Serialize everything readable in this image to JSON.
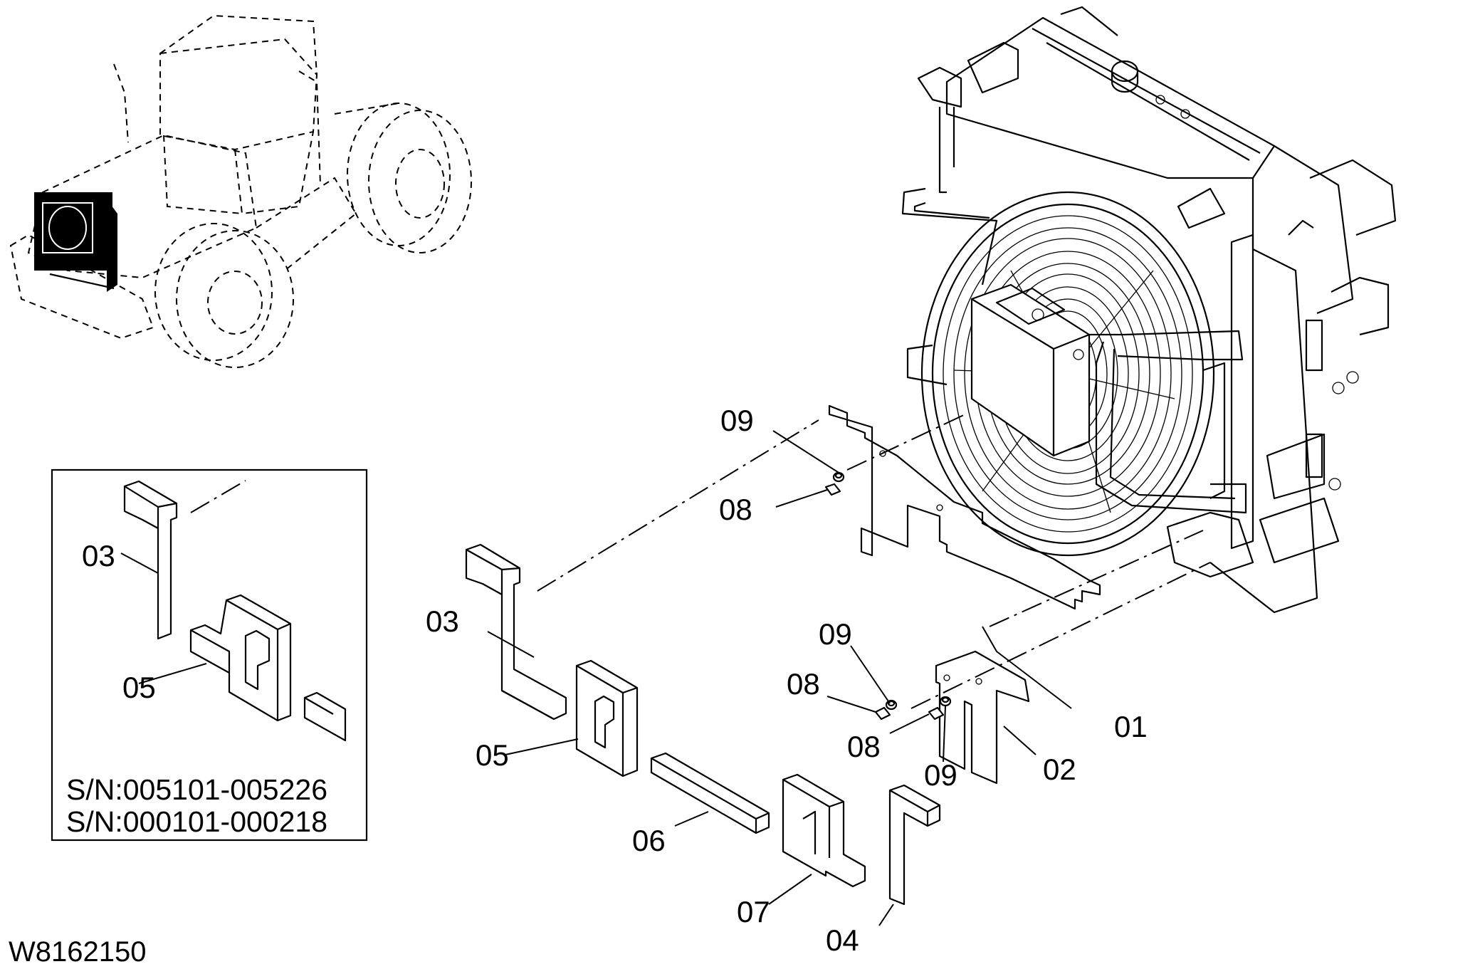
{
  "labels": {
    "l01": "01",
    "l02": "02",
    "l03": "03",
    "l04": "04",
    "l05": "05",
    "l06": "06",
    "l07": "07",
    "l08a": "08",
    "l08b": "08",
    "l08c": "08",
    "l09a": "09",
    "l09b": "09",
    "l09c": "09",
    "inset03": "03",
    "inset05": "05"
  },
  "inset": {
    "serial_1": "S/N:005101-005226",
    "serial_2": "S/N:000101-000218"
  },
  "drawing_code": "W8162150"
}
